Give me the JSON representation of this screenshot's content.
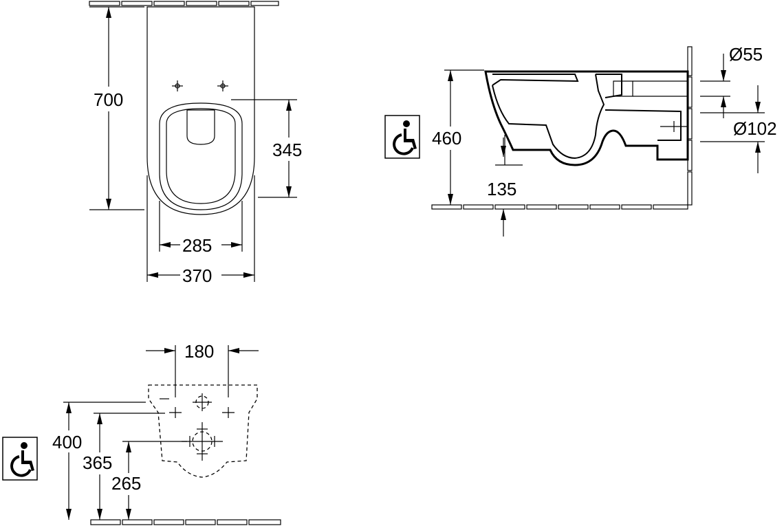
{
  "colors": {
    "line": "#000000",
    "background": "#ffffff",
    "icon_fill": "#000000"
  },
  "icons": {
    "accessibility": "wheelchair-icon"
  },
  "front_view": {
    "height_label": "700",
    "seat_height_label": "345",
    "inner_width_label": "285",
    "outer_width_label": "370"
  },
  "side_view": {
    "height_label": "460",
    "floor_clearance_label": "135",
    "flush_pipe_label": "Ø55",
    "waste_pipe_label": "Ø102"
  },
  "mounting_view": {
    "bolt_spacing_label": "180",
    "height_400_label": "400",
    "height_365_label": "365",
    "height_265_label": "265"
  }
}
